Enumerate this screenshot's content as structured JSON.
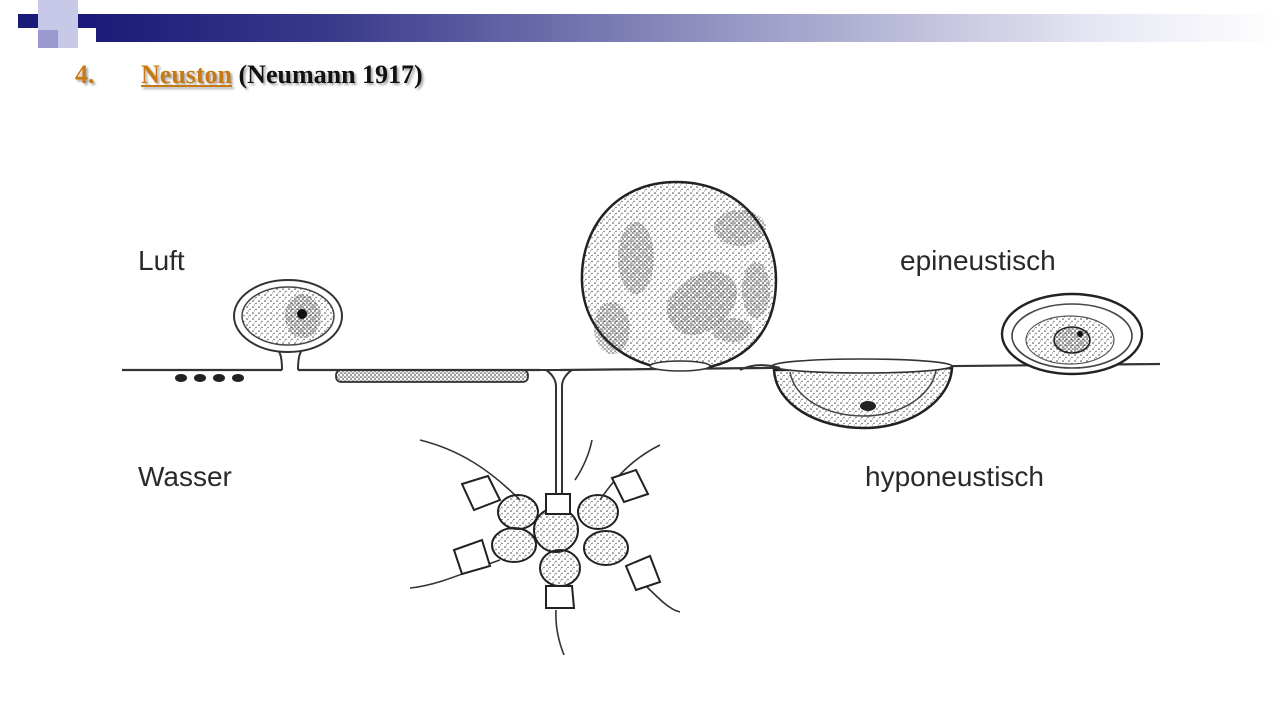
{
  "slide": {
    "title_number": "4.",
    "title_link": "Neuston",
    "title_rest": " (Neumann 1917)"
  },
  "figure": {
    "labels": {
      "air": "Luft",
      "water": "Wasser",
      "epineustic": "epineustisch",
      "hyponeustic": "hyponeustisch"
    }
  },
  "colors": {
    "accent": "#c87a12",
    "header_dark": "#1b1b78",
    "ink": "#2a2a2a"
  }
}
